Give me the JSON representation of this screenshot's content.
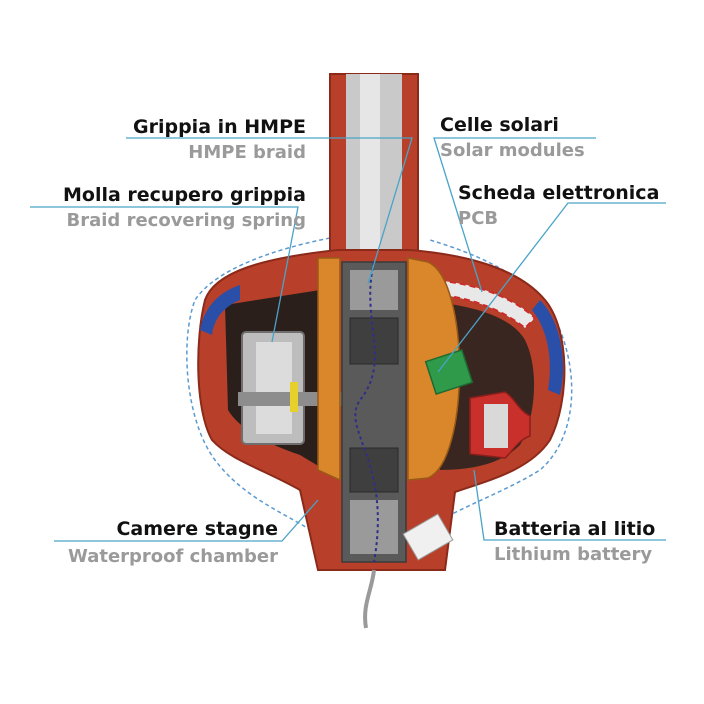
{
  "labels": {
    "hmpe": {
      "it": "Grippia in HMPE",
      "en": "HMPE braid"
    },
    "spring": {
      "it": "Molla recupero grippia",
      "en": "Braid recovering spring"
    },
    "chamber": {
      "it": "Camere stagne",
      "en": "Waterproof chamber"
    },
    "solar": {
      "it": "Celle solari",
      "en": "Solar modules"
    },
    "pcb": {
      "it": "Scheda elettronica",
      "en": "PCB"
    },
    "battery": {
      "it": "Batteria al litio",
      "en": "Lithium battery"
    }
  },
  "colors": {
    "shell": "#b8402a",
    "shell_dark": "#8c2a1a",
    "orange_frame": "#d9872a",
    "leader_line": "#4aa3c8",
    "dashed_outline": "#5a9ad0",
    "pcb_green": "#2e9a4a",
    "battery_red": "#c9302c",
    "solar_blue": "#2a4fa8"
  }
}
